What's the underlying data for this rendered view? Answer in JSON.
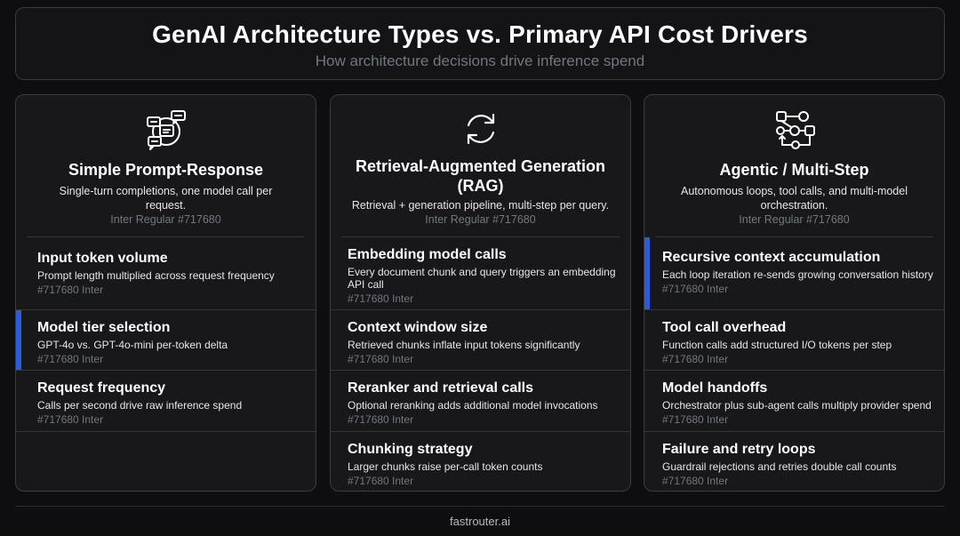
{
  "header": {
    "title": "GenAI Architecture Types vs. Primary API Cost Drivers",
    "subtitle": "How architecture decisions drive inference spend"
  },
  "columns": [
    {
      "icon": "chat-bubbles-icon",
      "title": "Simple Prompt-Response",
      "description": "Single-turn completions, one model call per request.",
      "token": "Inter Regular #717680",
      "items": [
        {
          "title": "Input token volume",
          "description": "Prompt length multiplied across request frequency",
          "meta": "#717680 Inter",
          "highlight": false
        },
        {
          "title": "Model tier selection",
          "description": "GPT-4o vs. GPT-4o-mini per-token delta",
          "meta": "#717680 Inter",
          "highlight": true
        },
        {
          "title": "Request frequency",
          "description": "Calls per second drive raw inference spend",
          "meta": "#717680 Inter",
          "highlight": false
        }
      ]
    },
    {
      "icon": "refresh-cycle-icon",
      "title": "Retrieval-Augmented Generation (RAG)",
      "description": "Retrieval + generation pipeline, multi-step per query.",
      "token": "Inter Regular #717680",
      "items": [
        {
          "title": "Embedding model calls",
          "description": "Every document chunk and query triggers an embedding API call",
          "meta": "#717680 Inter",
          "highlight": false
        },
        {
          "title": "Context window size",
          "description": "Retrieved chunks inflate input tokens significantly",
          "meta": "#717680 Inter",
          "highlight": false
        },
        {
          "title": "Reranker and retrieval calls",
          "description": "Optional reranking adds additional model invocations",
          "meta": "#717680 Inter",
          "highlight": false
        },
        {
          "title": "Chunking strategy",
          "description": "Larger chunks raise per-call token counts",
          "meta": "#717680 Inter",
          "highlight": false
        }
      ]
    },
    {
      "icon": "workflow-nodes-icon",
      "title": "Agentic / Multi-Step",
      "description": "Autonomous loops, tool calls, and multi-model orchestration.",
      "token": "Inter Regular #717680",
      "items": [
        {
          "title": "Recursive context accumulation",
          "description": "Each loop iteration re-sends growing conversation history",
          "meta": "#717680 Inter",
          "highlight": true
        },
        {
          "title": "Tool call overhead",
          "description": "Function calls add structured I/O tokens per step",
          "meta": "#717680 Inter",
          "highlight": false
        },
        {
          "title": "Model handoffs",
          "description": "Orchestrator plus sub-agent calls multiply provider spend",
          "meta": "#717680 Inter",
          "highlight": false
        },
        {
          "title": "Failure and retry loops",
          "description": "Guardrail rejections and retries double call counts",
          "meta": "#717680 Inter",
          "highlight": false
        }
      ]
    }
  ],
  "footer": {
    "text": "fastrouter.ai"
  },
  "colors": {
    "accent": "#2f5bd9",
    "muted": "#717680"
  }
}
